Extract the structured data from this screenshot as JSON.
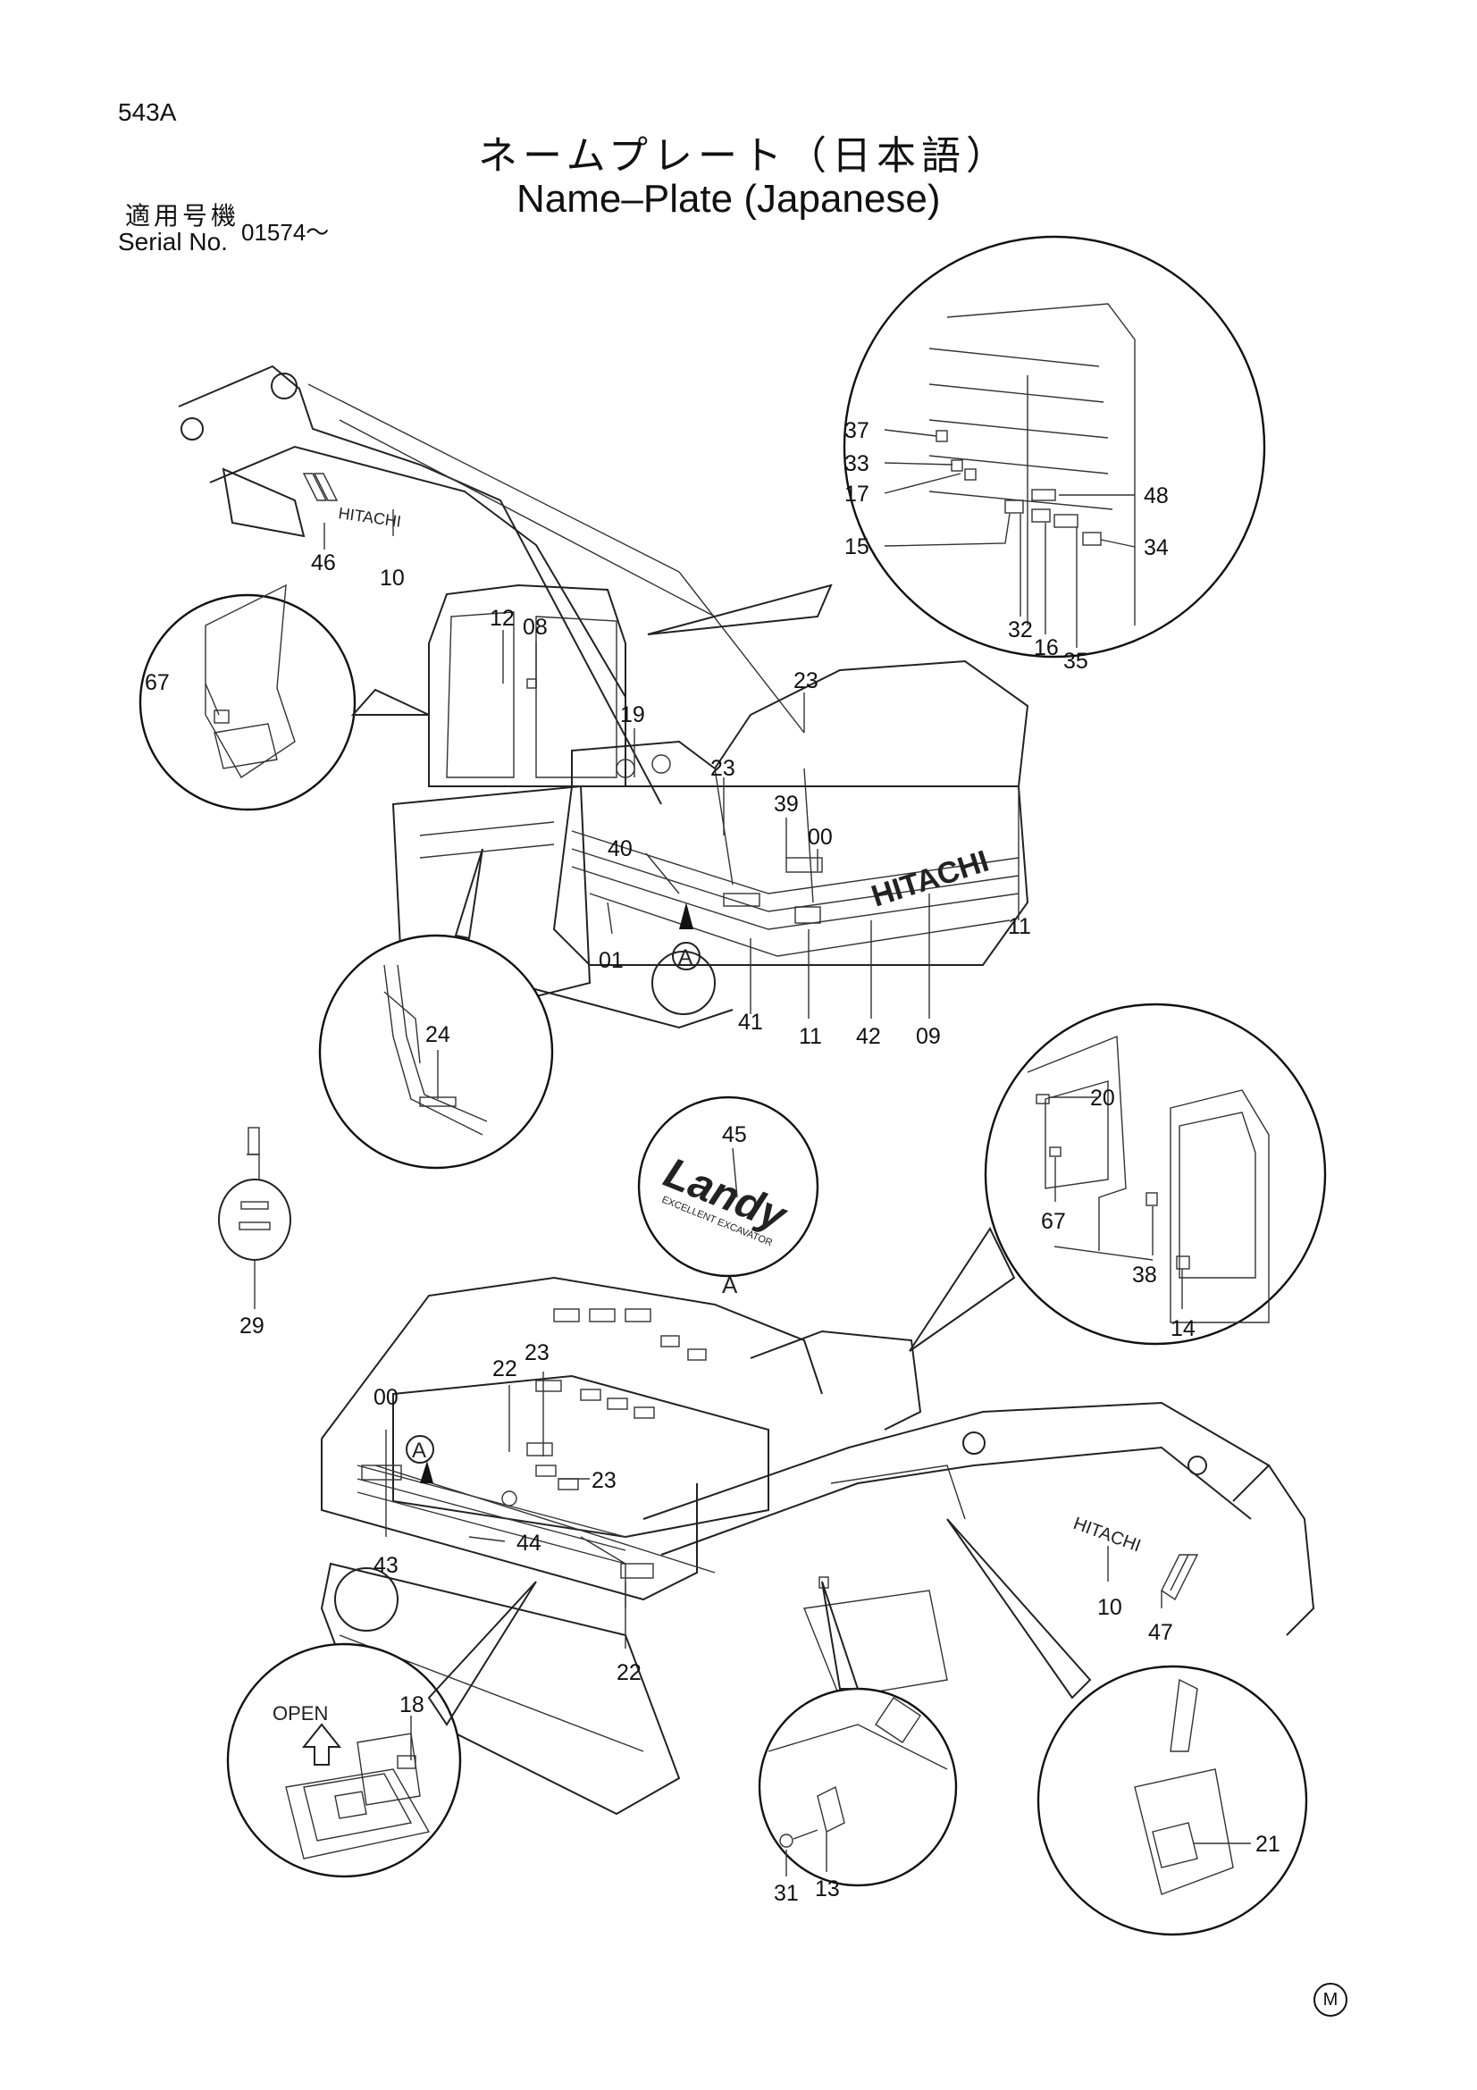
{
  "header": {
    "page_code": "543A",
    "title_jp": "ネームプレート（日本語）",
    "title_en": "Name–Plate (Japanese)",
    "serial_label_jp": "適用号機",
    "serial_label_en": "Serial No.",
    "serial_value": "01574～"
  },
  "footer": {
    "mark": "M"
  },
  "decals": {
    "hitachi_boom_top": "HITACHI",
    "hitachi_counterweight": "HITACHI",
    "hitachi_boom_bottom": "HITACHI",
    "landy": "Landy",
    "landy_tagline": "EXCELLENT EXCAVATOR",
    "open": "OPEN",
    "view_ref_a_top": "A",
    "view_ref_a_bottom": "A",
    "view_ref_a_detail": "A"
  },
  "callouts": {
    "c37": "37",
    "c33": "33",
    "c17": "17",
    "c15": "15",
    "c48": "48",
    "c34": "34",
    "c32": "32",
    "c16": "16",
    "c35": "35",
    "c46": "46",
    "c10a": "10",
    "c67a": "67",
    "c12": "12",
    "c08": "08",
    "c19": "19",
    "c23a": "23",
    "c23b": "23",
    "c39": "39",
    "c00a": "00",
    "c40": "40",
    "c01": "01",
    "c11a": "11",
    "c11b": "11",
    "c09": "09",
    "c41": "41",
    "c42": "42",
    "c24": "24",
    "c45": "45",
    "c29": "29",
    "c20": "20",
    "c67b": "67",
    "c38": "38",
    "c14": "14",
    "c00b": "00",
    "c22a": "22",
    "c23c": "23",
    "c23d": "23",
    "c44": "44",
    "c43": "43",
    "c22b": "22",
    "c10b": "10",
    "c47": "47",
    "c18": "18",
    "c31": "31",
    "c13": "13",
    "c21": "21"
  }
}
